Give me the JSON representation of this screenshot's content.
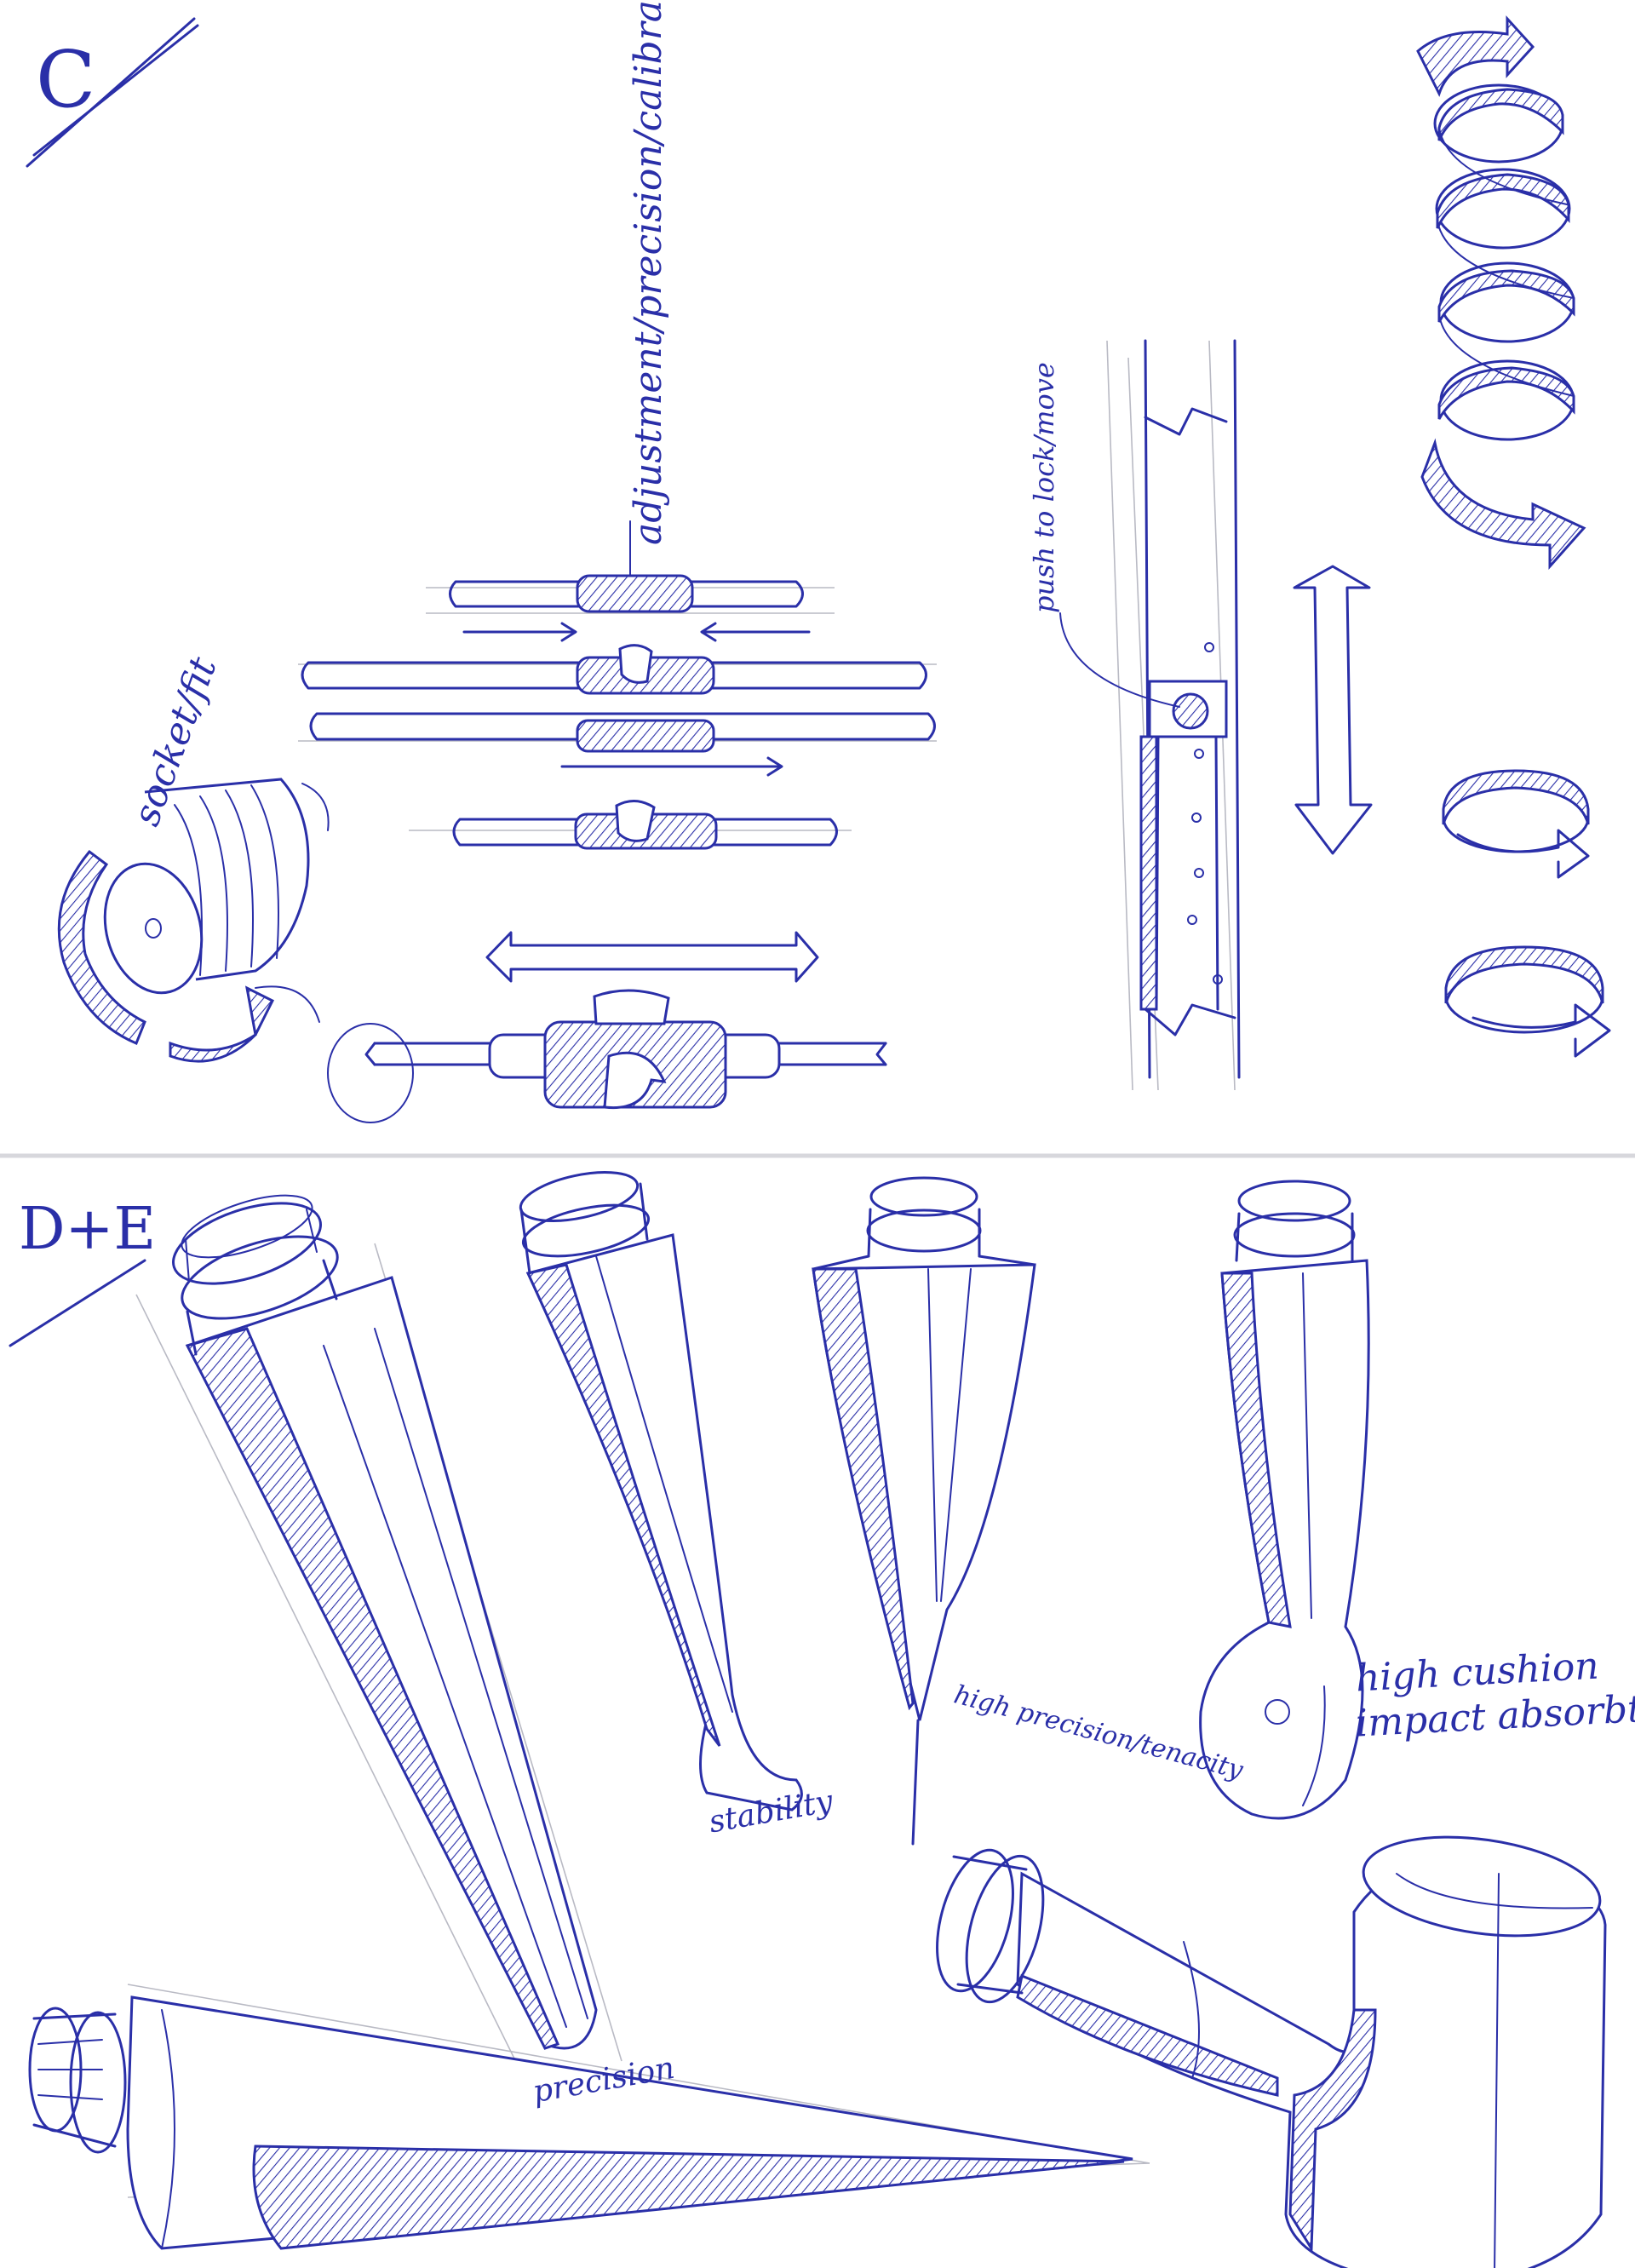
{
  "sections": {
    "c": {
      "marker": "C"
    },
    "de": {
      "marker": "D+E"
    }
  },
  "labels": {
    "adjustment": "adjustment/precision/calibration",
    "push": "push to lock/move",
    "socket": "socket/fit",
    "precision": "precision",
    "stability": "stability",
    "high_precision": "high precision/tenacity",
    "high_cushion_1": "high cushion",
    "high_cushion_2": "impact absorbtion"
  },
  "colors": {
    "ink": "#2a2fa8",
    "paper": "#ffffff",
    "pencil": "#b9bac4"
  }
}
